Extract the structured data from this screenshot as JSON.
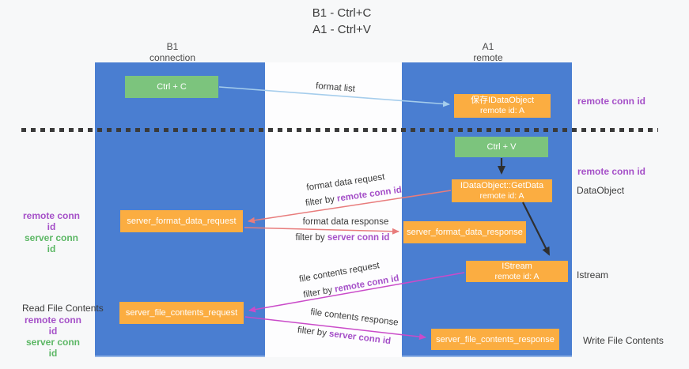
{
  "title": {
    "line1": "B1 - Ctrl+C",
    "line2": "A1 - Ctrl+V"
  },
  "lanes": {
    "left": {
      "name": "B1",
      "subtitle": "connection"
    },
    "right": {
      "name": "A1",
      "subtitle": "remote"
    }
  },
  "boxes": {
    "ctrl_c": "Ctrl + C",
    "ctrl_v": "Ctrl + V",
    "save_dataobject": {
      "line1": "保存IDataObject",
      "line2": "remote id: A"
    },
    "getdata": {
      "line1": "IDataObject::GetData",
      "line2": "remote id: A"
    },
    "istream": {
      "line1": "IStream",
      "line2": "remote id: A"
    },
    "format_request": "server_format_data_request",
    "format_response": "server_format_data_response",
    "file_request": "server_file_contents_request",
    "file_response": "server_file_contents_response"
  },
  "side_labels": {
    "remote_conn_top": "remote conn id",
    "remote_conn_mid": "remote conn id",
    "dataobject": "DataObject",
    "istream": "Istream",
    "write_file": "Write File Contents",
    "read_file": "Read File Contents",
    "left_remote_1": "remote conn id",
    "left_server_1": "server conn id",
    "left_remote_2": "remote conn id",
    "left_server_2": "server conn id"
  },
  "arrows": {
    "format_list": {
      "label": "format list"
    },
    "format_data_request": {
      "label": "format data request",
      "filter_prefix": "filter by ",
      "filter_key": "remote conn id"
    },
    "format_data_response": {
      "label": "format data response",
      "filter_prefix": "filter by ",
      "filter_key": "server conn id"
    },
    "file_contents_request": {
      "label": "file contents request",
      "filter_prefix": "filter by ",
      "filter_key": "remote conn id"
    },
    "file_contents_response": {
      "label": "file contents response",
      "filter_prefix": "filter by ",
      "filter_key": "server conn id"
    }
  },
  "colors": {
    "lane_blue": "#4a7ed1",
    "box_green": "#7cc47d",
    "box_orange": "#fbad41",
    "arrow_light_blue": "#a5cdec",
    "arrow_red": "#e87c7c",
    "arrow_magenta": "#ca4bc9",
    "arrow_black": "#2f2f2f",
    "label_purple": "#a550c8",
    "label_green": "#5cb765",
    "text_dark": "#3b3b3b",
    "background": "#f7f8f9"
  }
}
